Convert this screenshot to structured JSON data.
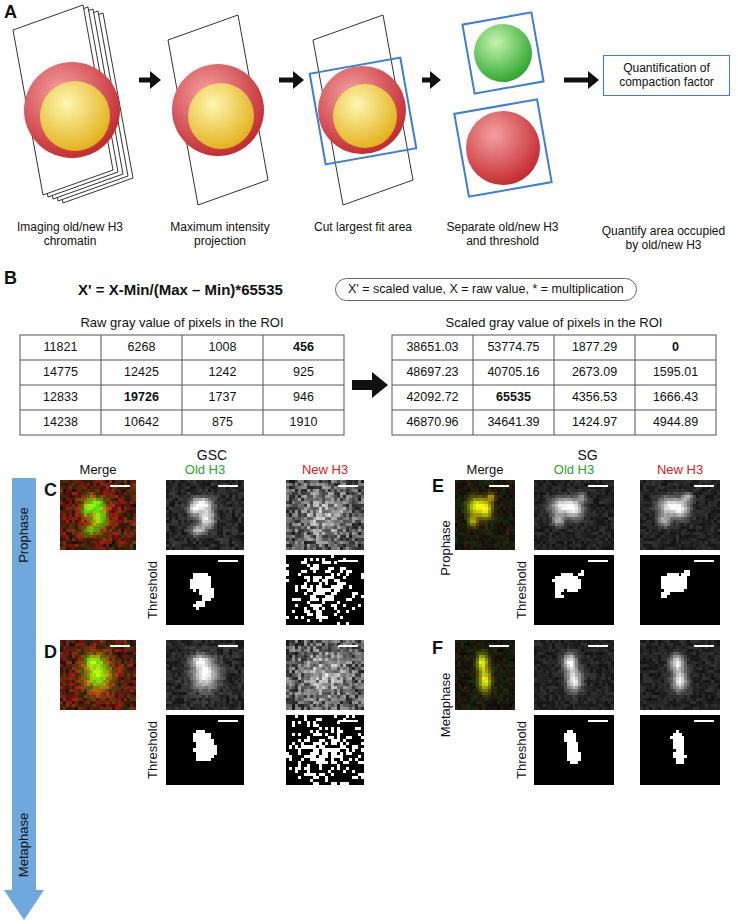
{
  "diagram": {
    "nodes": [
      {
        "text": [
          "Imaging old/new H3 chromatin"
        ]
      },
      {
        "text": [
          "Maximum intensity projection"
        ]
      },
      {
        "text": [
          "Cut largest fit area"
        ]
      },
      {
        "text": [
          "Separate old/new H3 and threshold"
        ]
      },
      {
        "text": [
          "Quantification of compaction factor",
          "Quantify area occupied by old/new H3"
        ]
      },
      {
        "text": [
          "X' = scaled value, X = raw value, * = multiplication"
        ]
      }
    ],
    "edges": [
      {
        "from": 0,
        "to": 1,
        "arrow": "to"
      },
      {
        "from": 1,
        "to": 2,
        "arrow": "to"
      },
      {
        "from": 2,
        "to": 3,
        "arrow": "to"
      },
      {
        "from": 3,
        "to": 4,
        "arrow": "to"
      }
    ],
    "labels": [
      "A",
      "B",
      "X' = X-Min/(Max – Min)*65535",
      "Raw gray value of pixels in the ROI",
      "11821",
      "6268",
      "1008",
      "456",
      "14775",
      "12425",
      "1242",
      "925",
      "12833",
      "19726",
      "1737",
      "946",
      "14238",
      "10642",
      "875",
      "1910",
      "Scaled gray value of pixels in the ROI",
      "38651.03",
      "53774.75",
      "1877.29",
      "0",
      "48697.23",
      "40705.16",
      "2673.09",
      "1595.01",
      "42092.72",
      "65535",
      "4356.53",
      "1666.43",
      "46870.96",
      "34641.39",
      "1424.97",
      "4944.89",
      "C",
      "D",
      "E",
      "F",
      "GSC",
      "SG",
      "Merge",
      "Old H3",
      "New H3",
      "Prophase",
      "Threshold",
      "Metaphase",
      "Threshold",
      "Merge",
      "Old H3",
      "New H3",
      "Prophase",
      "Threshold",
      "Metaphase",
      "Threshold"
    ]
  }
}
